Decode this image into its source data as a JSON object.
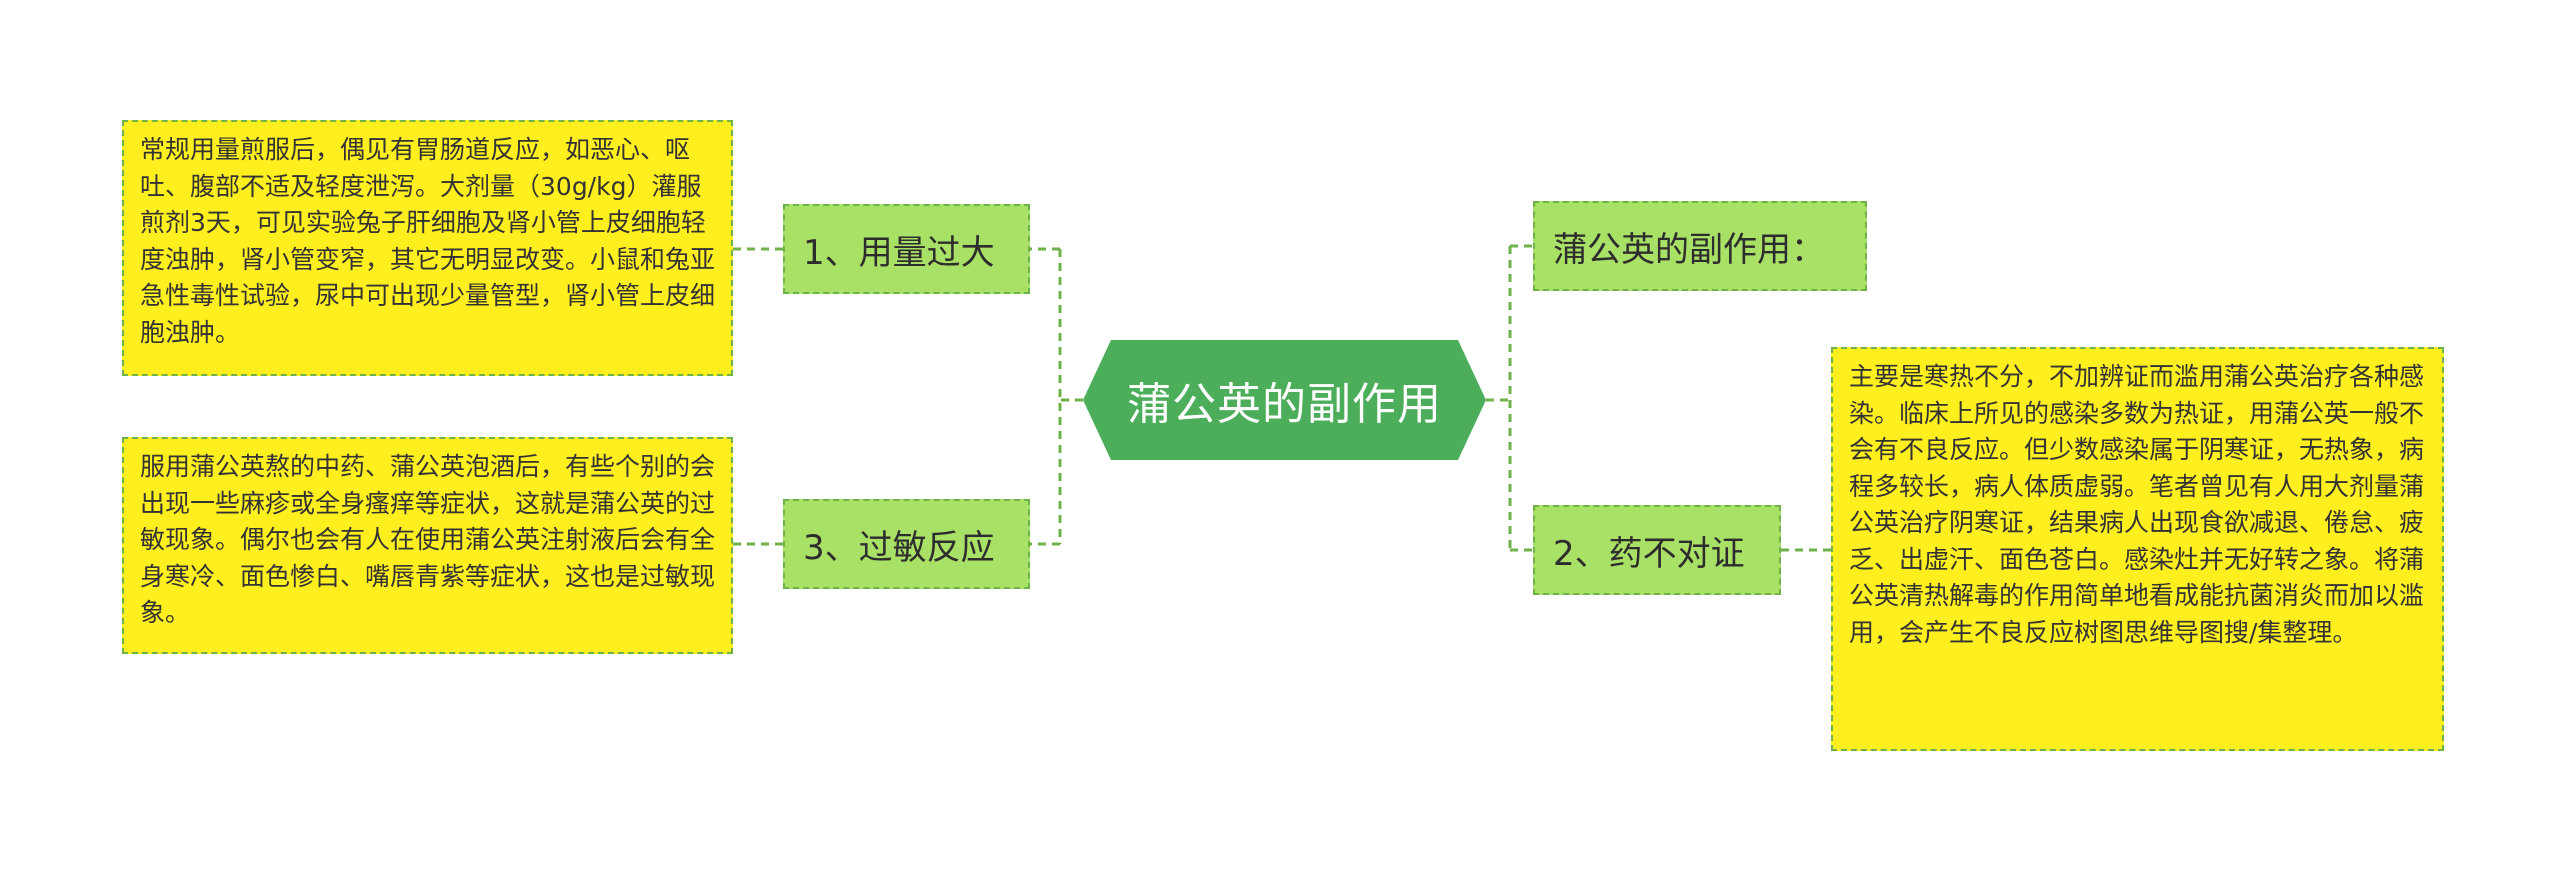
{
  "central": {
    "title": "蒲公英的副作用"
  },
  "branches": {
    "dosage": {
      "label": "1、用量过大",
      "detail": "常规用量煎服后，偶见有胃肠道反应，如恶心、呕吐、腹部不适及轻度泄泻。大剂量（30g/kg）灌服煎剂3天，可见实验兔子肝细胞及肾小管上皮细胞轻度浊肿，肾小管变窄，其它无明显改变。小鼠和兔亚急性毒性试验，尿中可出现少量管型，肾小管上皮细胞浊肿。"
    },
    "allergy": {
      "label": "3、过敏反应",
      "detail": "服用蒲公英熬的中药、蒲公英泡酒后，有些个别的会出现一些麻疹或全身瘙痒等症状，这就是蒲公英的过敏现象。偶尔也会有人在使用蒲公英注射液后会有全身寒冷、面色惨白、嘴唇青紫等症状，这也是过敏现象。"
    },
    "intro": {
      "label": "蒲公英的副作用："
    },
    "mismatch": {
      "label": "2、药不对证",
      "detail": "主要是寒热不分，不加辨证而滥用蒲公英治疗各种感染。临床上所见的感染多数为热证，用蒲公英一般不会有不良反应。但少数感染属于阴寒证，无热象，病程多较长，病人体质虚弱。笔者曾见有人用大剂量蒲公英治疗阴寒证，结果病人出现食欲减退、倦怠、疲乏、出虚汗、面色苍白。感染灶并无好转之象。将蒲公英清热解毒的作用简单地看成能抗菌消炎而加以滥用，会产生不良反应树图思维导图搜/集整理。"
    }
  },
  "colors": {
    "central_fill": "#4cae5a",
    "branch_fill": "#a9e066",
    "leaf_fill": "#ffef1f",
    "connector": "#6fb24a"
  }
}
